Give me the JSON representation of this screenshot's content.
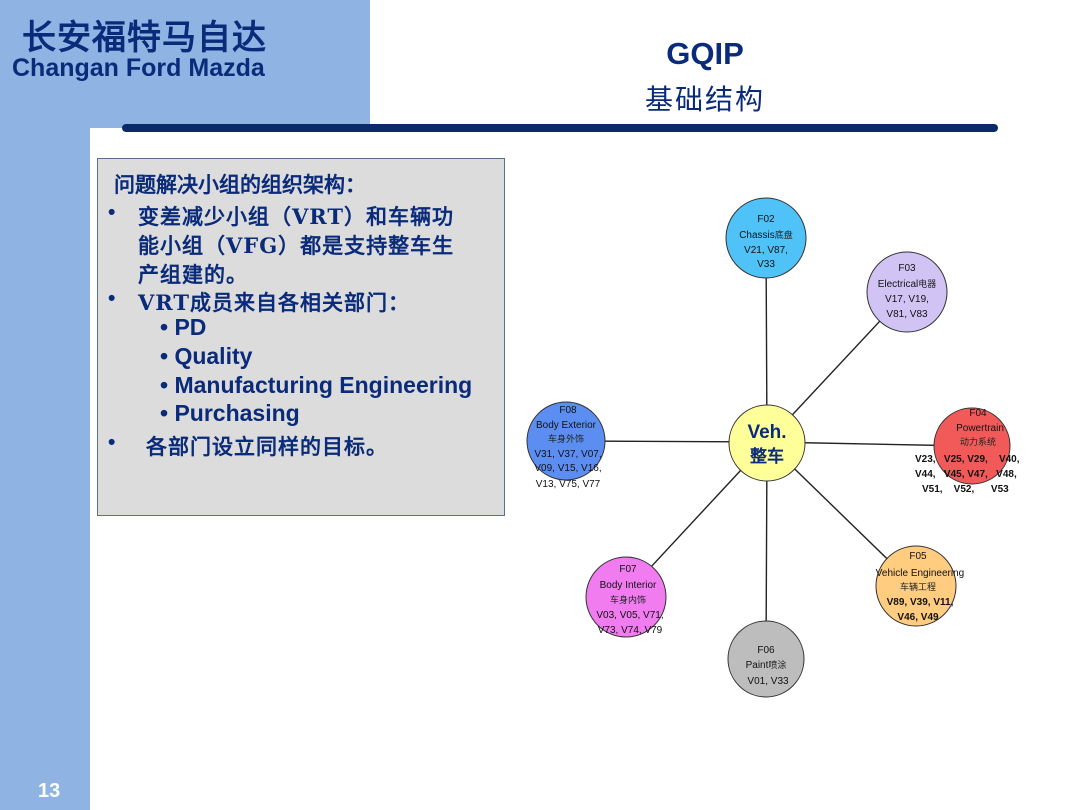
{
  "brand": {
    "name_cn": "长安福特马自达",
    "name_en": "Changan Ford Mazda"
  },
  "title": {
    "en": "GQIP",
    "cn": "基础结构"
  },
  "page_number": "13",
  "textbox": {
    "heading": "问题解决小组的组织架构：",
    "bullet1_line1": "变差减少小组（VRT）和车辆功",
    "bullet1_line2": "能小组（VFG）都是支持整车生",
    "bullet1_line3": "产组建的。",
    "bullet2": "VRT成员来自各相关部门：",
    "departments": [
      "PD",
      "Quality",
      "Manufacturing Engineering",
      "Purchasing"
    ],
    "bullet3": "各部门设立同样的目标。"
  },
  "diagram": {
    "center": {
      "line1": "Veh.",
      "line2": "整车",
      "color": "#ffff99"
    },
    "nodes": [
      {
        "code": "F02",
        "name_en": "Chassis",
        "name_cn": "底盘",
        "color": "#4fc3f7",
        "vlines": [
          "V21, V87,",
          "V33"
        ]
      },
      {
        "code": "F03",
        "name_en": "Electrical",
        "name_cn": "电器",
        "color": "#d1c4f5",
        "vlines": [
          "V17, V19,",
          "V81, V83"
        ]
      },
      {
        "code": "F04",
        "name_en": "Powertrain",
        "name_cn": "动力系统",
        "color": "#f25a5a",
        "vlines": [
          "V23,   V25, V29,    V40,",
          "V44,   V45, V47,   V48,",
          "V51,    V52,      V53"
        ]
      },
      {
        "code": "F05",
        "name_en": "Vehicle Engineering",
        "name_cn": "车辆工程",
        "color": "#ffcc80",
        "vlines": [
          "V89, V39, V11,",
          "V46, V49"
        ]
      },
      {
        "code": "F06",
        "name_en": "Paint",
        "name_cn": "喷涂",
        "color": "#bdbdbd",
        "vlines": [
          "V01, V33"
        ]
      },
      {
        "code": "F07",
        "name_en": "Body Interior",
        "name_cn": "车身内饰",
        "color": "#f07cf0",
        "vlines": [
          "V03, V05, V71,",
          "V73, V74, V79"
        ]
      },
      {
        "code": "F08",
        "name_en": "Body Exterior",
        "name_cn": "车身外饰",
        "color": "#5c8ef2",
        "vlines": [
          "V31, V37, V07,",
          "V09, V15, V16,",
          "V13, V75, V77"
        ]
      }
    ]
  }
}
